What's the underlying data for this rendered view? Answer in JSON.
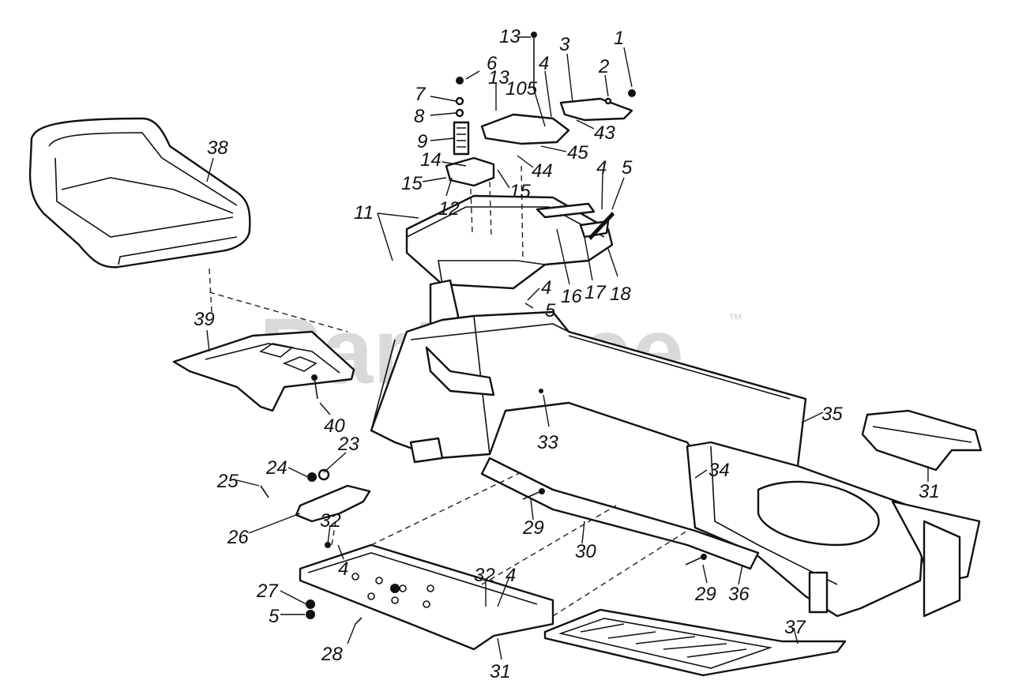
{
  "watermark": {
    "text": "PartsTree",
    "trademark": "™"
  },
  "callouts": [
    {
      "id": "c1",
      "text": "1"
    },
    {
      "id": "c2",
      "text": "2"
    },
    {
      "id": "c3",
      "text": "3"
    },
    {
      "id": "c4a",
      "text": "4"
    },
    {
      "id": "c105",
      "text": "105"
    },
    {
      "id": "c13a",
      "text": "13"
    },
    {
      "id": "c13b",
      "text": "13"
    },
    {
      "id": "c6",
      "text": "6"
    },
    {
      "id": "c7",
      "text": "7"
    },
    {
      "id": "c8",
      "text": "8"
    },
    {
      "id": "c9",
      "text": "9"
    },
    {
      "id": "c43",
      "text": "43"
    },
    {
      "id": "c45",
      "text": "45"
    },
    {
      "id": "c44",
      "text": "44"
    },
    {
      "id": "c14",
      "text": "14"
    },
    {
      "id": "c15a",
      "text": "15"
    },
    {
      "id": "c15b",
      "text": "15"
    },
    {
      "id": "c12",
      "text": "12"
    },
    {
      "id": "c11",
      "text": "11"
    },
    {
      "id": "c4b",
      "text": "4"
    },
    {
      "id": "c5a",
      "text": "5"
    },
    {
      "id": "c16",
      "text": "16"
    },
    {
      "id": "c17",
      "text": "17"
    },
    {
      "id": "c18",
      "text": "18"
    },
    {
      "id": "c4c",
      "text": "4"
    },
    {
      "id": "c5b",
      "text": "5"
    },
    {
      "id": "c38",
      "text": "38"
    },
    {
      "id": "c39",
      "text": "39"
    },
    {
      "id": "c40",
      "text": "40"
    },
    {
      "id": "c33",
      "text": "33"
    },
    {
      "id": "c35",
      "text": "35"
    },
    {
      "id": "c31a",
      "text": "31"
    },
    {
      "id": "c34",
      "text": "34"
    },
    {
      "id": "c23",
      "text": "23"
    },
    {
      "id": "c24",
      "text": "24"
    },
    {
      "id": "c25",
      "text": "25"
    },
    {
      "id": "c26",
      "text": "26"
    },
    {
      "id": "c32a",
      "text": "32"
    },
    {
      "id": "c4d",
      "text": "4"
    },
    {
      "id": "c29a",
      "text": "29"
    },
    {
      "id": "c30",
      "text": "30"
    },
    {
      "id": "c32b",
      "text": "32"
    },
    {
      "id": "c4e",
      "text": "4"
    },
    {
      "id": "c29b",
      "text": "29"
    },
    {
      "id": "c36",
      "text": "36"
    },
    {
      "id": "c27",
      "text": "27"
    },
    {
      "id": "c5c",
      "text": "5"
    },
    {
      "id": "c28",
      "text": "28"
    },
    {
      "id": "c31b",
      "text": "31"
    },
    {
      "id": "c37",
      "text": "37"
    }
  ]
}
